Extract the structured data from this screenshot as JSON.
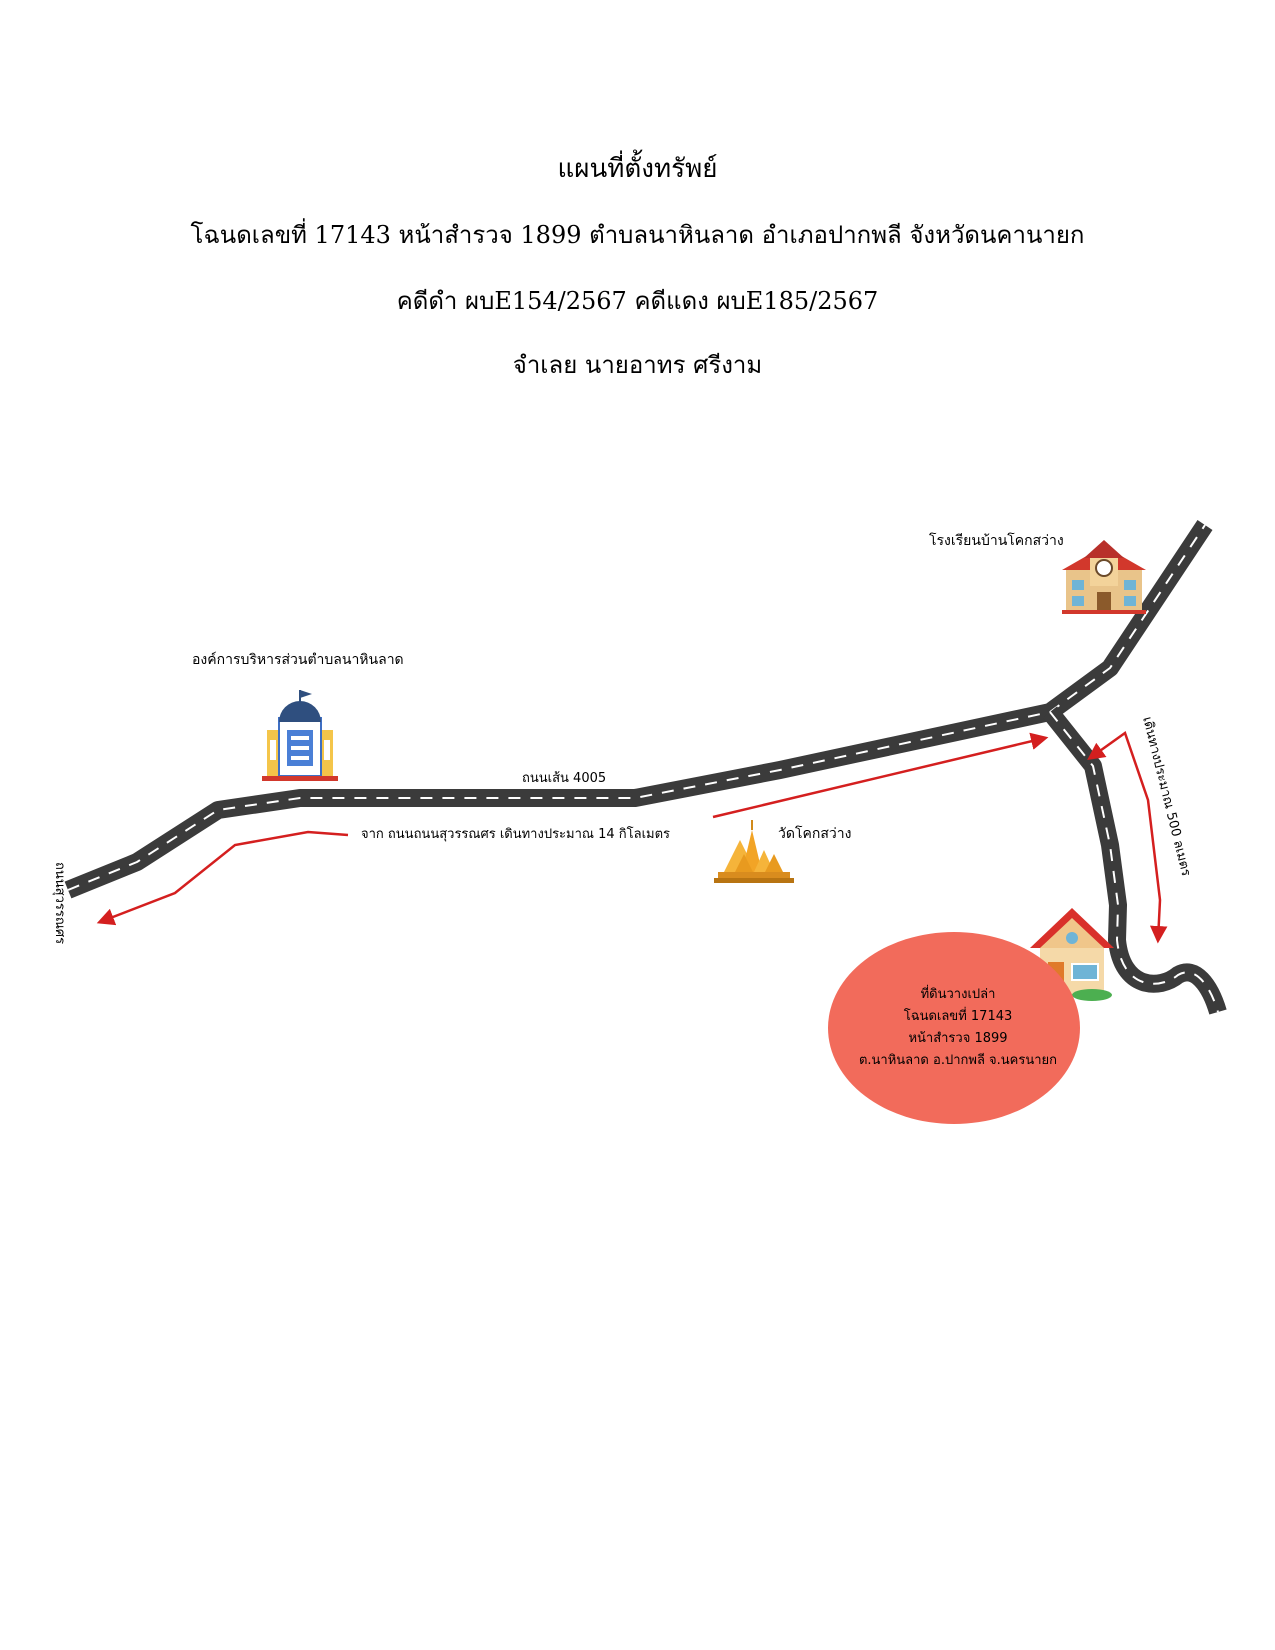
{
  "header": {
    "title": "แผนที่ตั้งทรัพย์",
    "deed_line": "โฉนดเลขที่ 17143 หน้าสำรวจ 1899 ตำบลนาหินลาด อำเภอปากพลี จังหวัดนคานายก",
    "case_line": "คดีดำ ผบE154/2567  คดีแดง ผบE185/2567",
    "defendant_line": "จำเลย นายอาทร ศรีงาม"
  },
  "map": {
    "landmarks": {
      "school": "โรงเรียนบ้านโคกสว่าง",
      "sao": "องค์การบริหารส่วนตำบลนาหินลาด",
      "temple": "วัดโคกสว่าง"
    },
    "roads": {
      "main_road": "ถนนเส้น 4005",
      "left_road": "ถนนสุวรรณศร"
    },
    "directions": {
      "main": "จาก ถนนถนนสุวรรณศร เดินทางประมาณ 14 กิโลเมตร",
      "branch": "เดินทางประมาณ 500 ลเมตร"
    },
    "plot": {
      "line1": "ที่ดินวางเปล่า",
      "line2": "โฉนดเลขที่ 17143",
      "line3": "หน้าสำรวจ 1899",
      "line4": "ต.นาหินลาด อ.ปากพลี จ.นครนายก"
    },
    "colors": {
      "road": "#3b3b3b",
      "arrow": "#d41f1f",
      "plot": "#f26b5b"
    }
  }
}
